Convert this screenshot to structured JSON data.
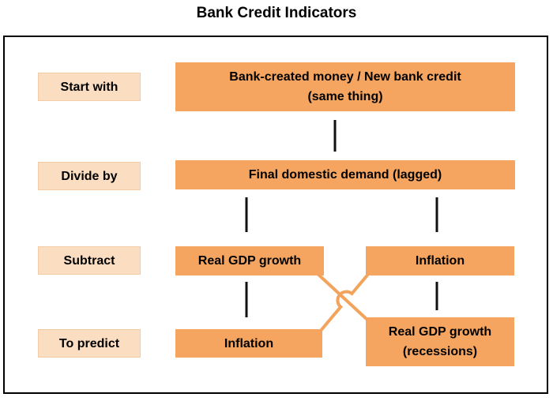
{
  "title": "Bank Credit Indicators",
  "diagram": {
    "row_labels": [
      "Start with",
      "Divide by",
      "Subtract",
      "To predict"
    ],
    "nodes": {
      "start_line1": "Bank-created money / New bank credit",
      "start_line2": "(same thing)",
      "divide": "Final domestic demand (lagged)",
      "subtract_left": "Real GDP growth",
      "subtract_right": "Inflation",
      "predict_left": "Inflation",
      "predict_right_line1": "Real GDP growth",
      "predict_right_line2": "(recessions)"
    }
  },
  "colors": {
    "node_fill": "#F5A55F",
    "label_fill": "#FBDEC2",
    "connector_orange": "#F3A35C",
    "connector_black": "#111111",
    "frame_border": "#000000"
  }
}
